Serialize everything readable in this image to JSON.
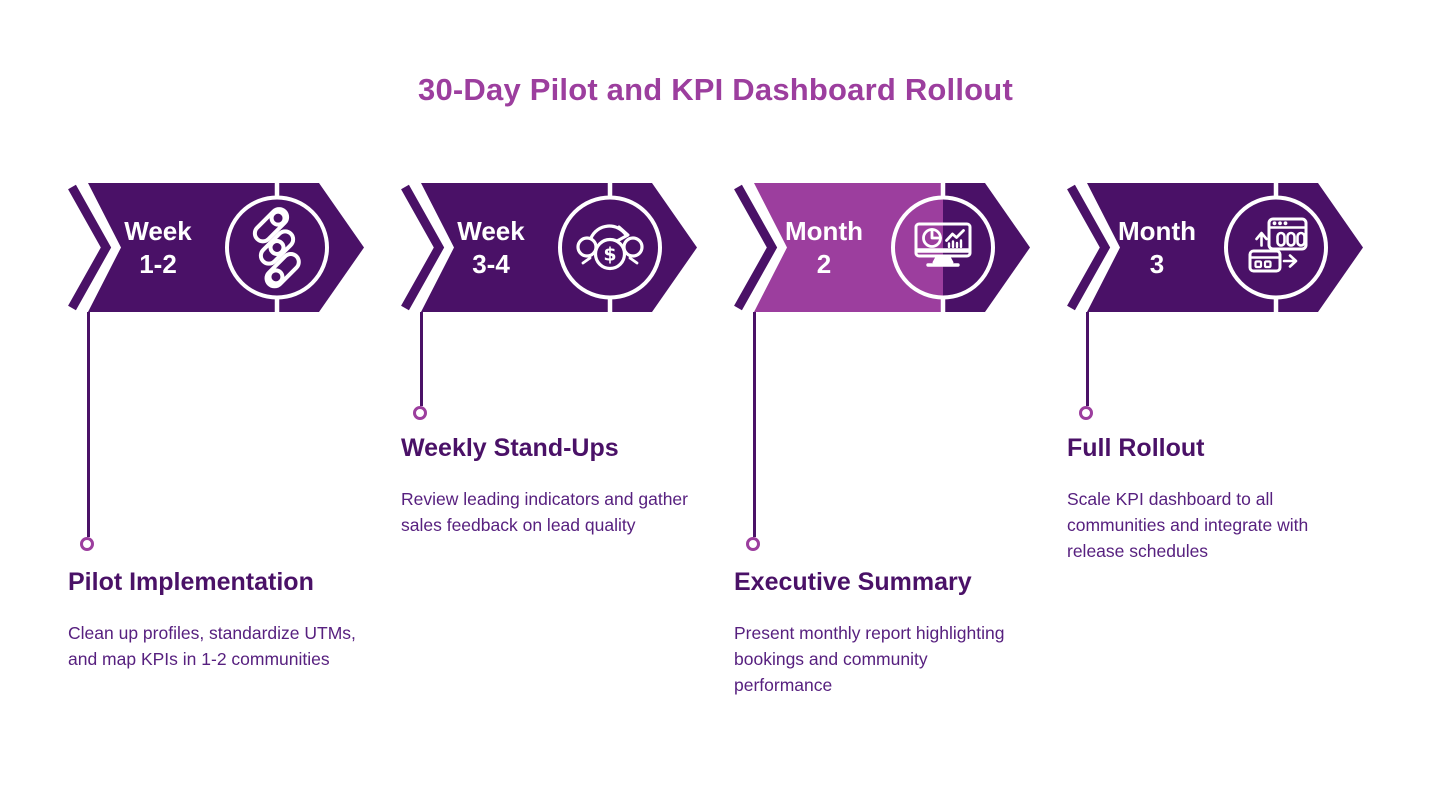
{
  "title": "30-Day Pilot and KPI Dashboard Rollout",
  "colors": {
    "dark_purple": "#4A1167",
    "light_purple": "#9C3E9E",
    "body_text": "#57207F",
    "background": "#FFFFFF"
  },
  "stages": [
    {
      "label_line1": "Week",
      "label_line2": "1-2",
      "icon": "profiles-sliders-icon",
      "heading": "Pilot Implementation",
      "description": "Clean up profiles, standardize UTMs, and map KPIs in 1-2 communities",
      "highlighted": false,
      "connector": "long"
    },
    {
      "label_line1": "Week",
      "label_line2": "3-4",
      "icon": "budget-cycle-icon",
      "icon_currency": "$",
      "heading": "Weekly Stand-Ups",
      "description": "Review leading indicators and gather sales feedback on lead quality",
      "highlighted": false,
      "connector": "short"
    },
    {
      "label_line1": "Month",
      "label_line2": "2",
      "icon": "kpi-dashboard-monitor-icon",
      "heading": "Executive Summary",
      "description": "Present monthly report highlighting bookings and community performance",
      "highlighted": true,
      "connector": "long"
    },
    {
      "label_line1": "Month",
      "label_line2": "3",
      "icon": "release-integration-icon",
      "heading": "Full Rollout",
      "description": "Scale KPI dashboard to all communities and integrate with release schedules",
      "highlighted": false,
      "connector": "short"
    }
  ]
}
